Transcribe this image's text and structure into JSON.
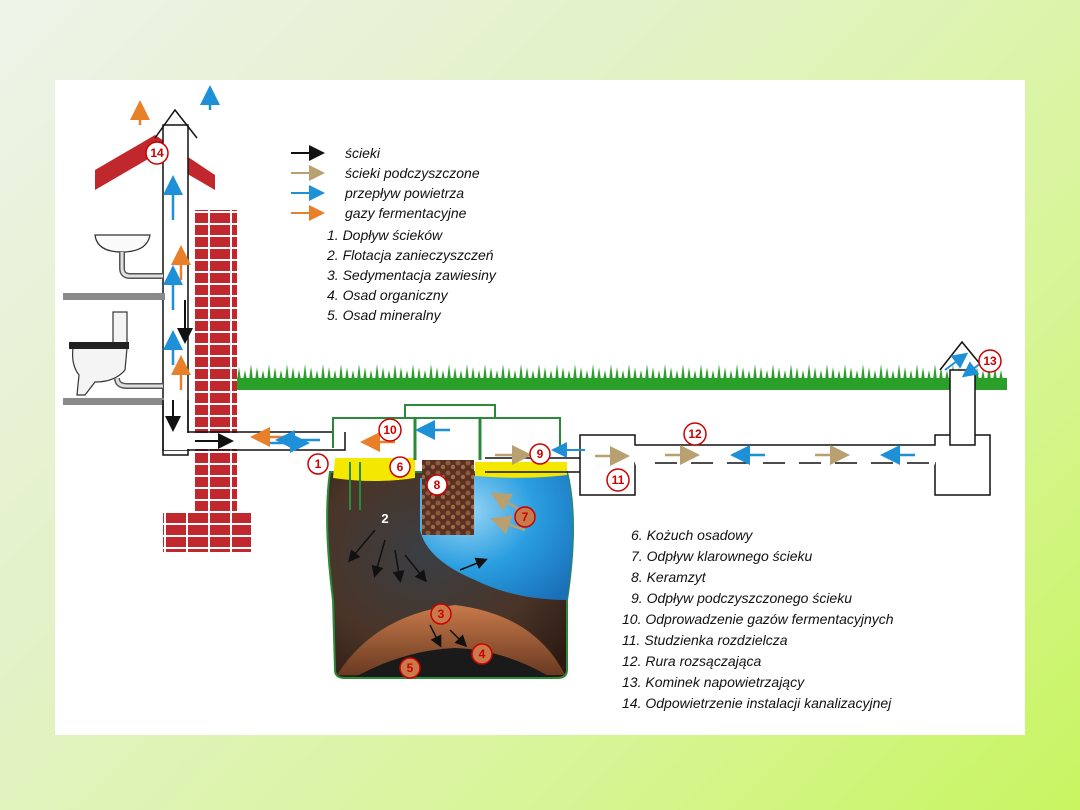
{
  "legend_arrows": [
    {
      "label": "ścieki",
      "color": "#111111"
    },
    {
      "label": "ścieki podczyszczone",
      "color": "#b8a070"
    },
    {
      "label": "przepływ powietrza",
      "color": "#1e90d8"
    },
    {
      "label": "gazy fermentacyjne",
      "color": "#e8802a"
    }
  ],
  "legend_top_items": [
    "1. Dopływ ścieków",
    "2. Flotacja zanieczyszczeń",
    "3. Sedymentacja zawiesiny",
    "4. Osad organiczny",
    "5. Osad mineralny"
  ],
  "legend_bottom_items": [
    "6. Kożuch osadowy",
    "7. Odpływ klarownego ścieku",
    "8. Keramzyt",
    "9. Odpływ podczyszczonego ścieku",
    "10. Odprowadzenie gazów fermentacyjnych",
    "11. Studzienka rozdzielcza",
    "12. Rura rozsączająca",
    "13. Kominek napowietrzający",
    "14. Odpowietrzenie instalacji kanalizacyjnej"
  ],
  "markers": {
    "m1": "1",
    "m2": "2",
    "m3": "3",
    "m4": "4",
    "m5": "5",
    "m6": "6",
    "m7": "7",
    "m8": "8",
    "m9": "9",
    "m10": "10",
    "m11": "11",
    "m12": "12",
    "m13": "13",
    "m14": "14"
  },
  "colors": {
    "sewage": "#111111",
    "treated": "#b8a070",
    "air": "#1e90d8",
    "gas": "#e8802a",
    "brick": "#c0282e",
    "grass": "#2aa02a",
    "water": "#2a8ed8",
    "scum": "#f5e800",
    "sludge": "#3a2418"
  }
}
